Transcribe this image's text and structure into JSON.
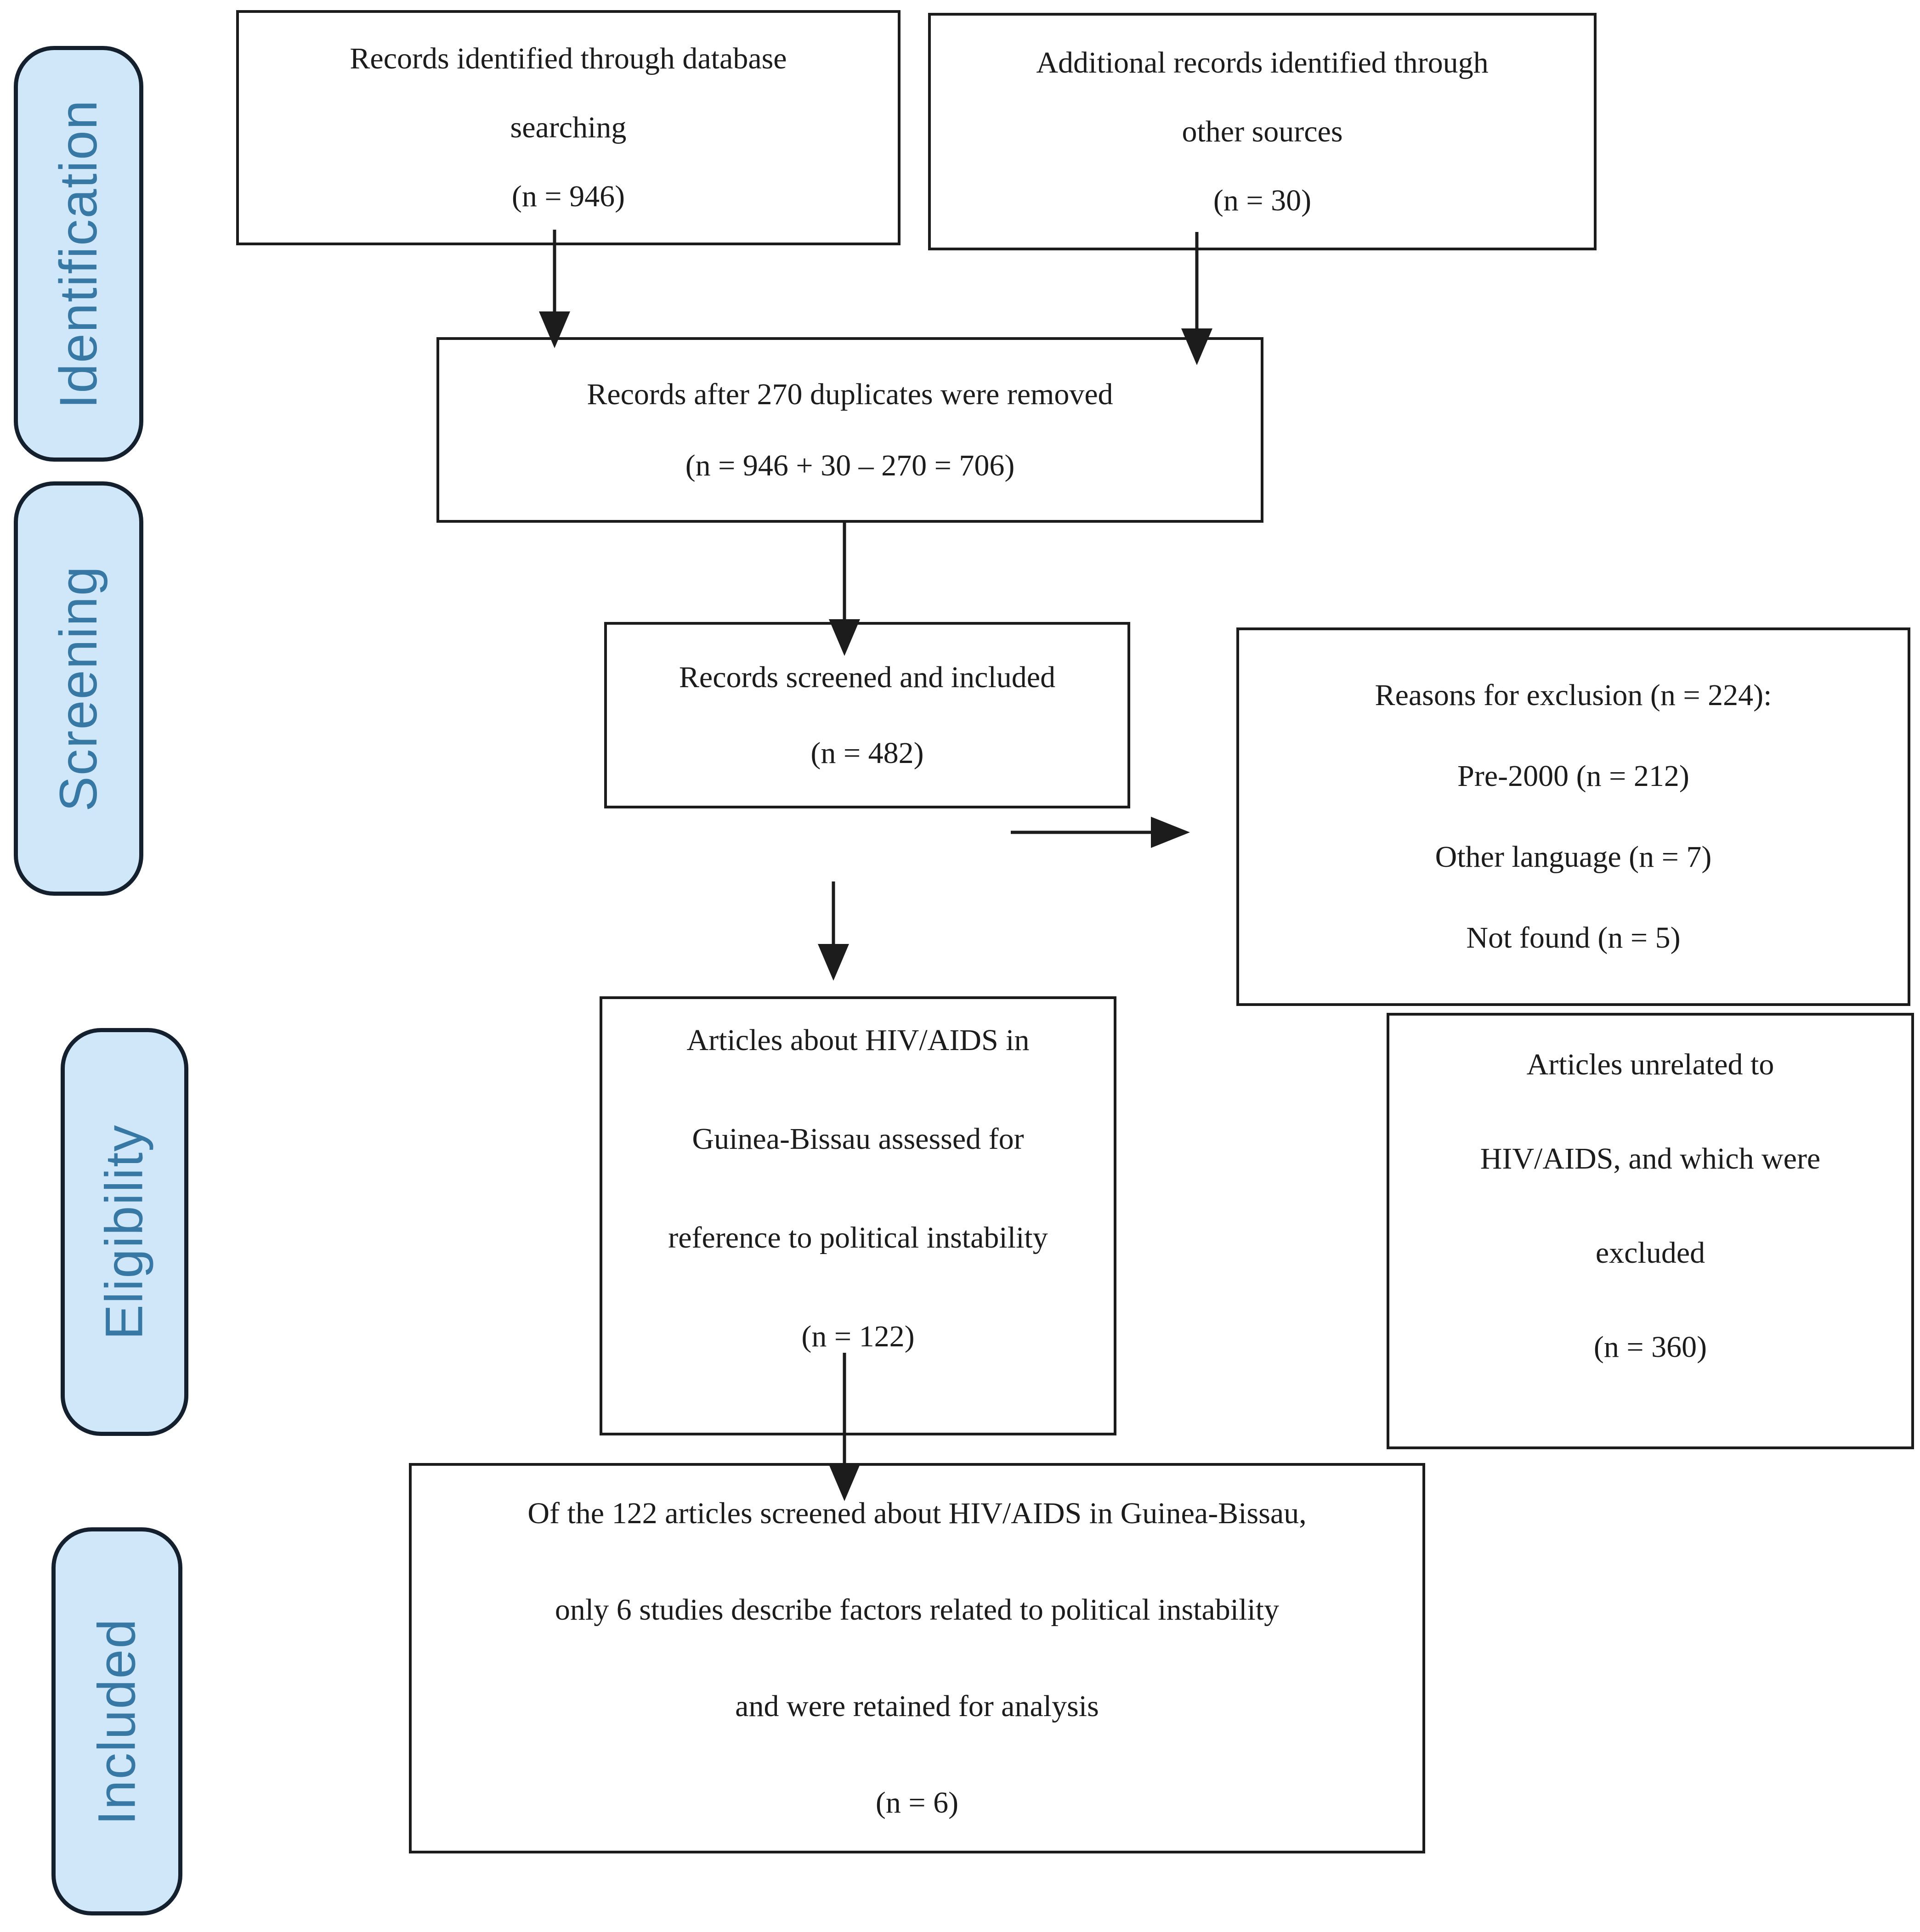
{
  "diagram_type": "prisma-flowchart",
  "stages": [
    {
      "id": "identification",
      "label": "Identification"
    },
    {
      "id": "screening",
      "label": "Screening"
    },
    {
      "id": "eligibility",
      "label": "Eligibility"
    },
    {
      "id": "included",
      "label": "Included"
    }
  ],
  "boxes": {
    "database": {
      "lines": [
        "Records identified through database",
        "searching",
        "(n = 946)"
      ]
    },
    "other_sources": {
      "lines": [
        "Additional records identified through",
        "other sources",
        "(n = 30)"
      ]
    },
    "deduplicated": {
      "lines": [
        "Records after 270 duplicates were removed",
        "(n = 946 + 30 – 270 = 706)"
      ]
    },
    "screened": {
      "lines": [
        "Records screened and included",
        "(n = 482)"
      ]
    },
    "exclusion_reasons": {
      "lines": [
        "Reasons for exclusion (n = 224):",
        "Pre-2000 (n = 212)",
        "Other language (n = 7)",
        "Not found (n = 5)"
      ]
    },
    "eligibility_assessed": {
      "lines": [
        "Articles about HIV/AIDS in",
        "Guinea-Bissau assessed for",
        "reference to political instability",
        "(n = 122)"
      ]
    },
    "unrelated_excluded": {
      "lines": [
        "Articles unrelated to",
        "HIV/AIDS, and which were",
        "excluded",
        "(n = 360)"
      ]
    },
    "included_final": {
      "lines": [
        "Of the 122 articles screened about HIV/AIDS in Guinea-Bissau,",
        "only 6 studies describe factors related to political instability",
        "and were retained for analysis",
        "(n = 6)"
      ]
    }
  },
  "colors": {
    "background": "#ffffff",
    "stage_fill": "#cfe7f8",
    "stage_text": "#3878a4",
    "stage_border": "#15202e",
    "box_border": "#1c1c1c",
    "box_text": "#1c1c1c",
    "arrow": "#1c1c1c"
  }
}
